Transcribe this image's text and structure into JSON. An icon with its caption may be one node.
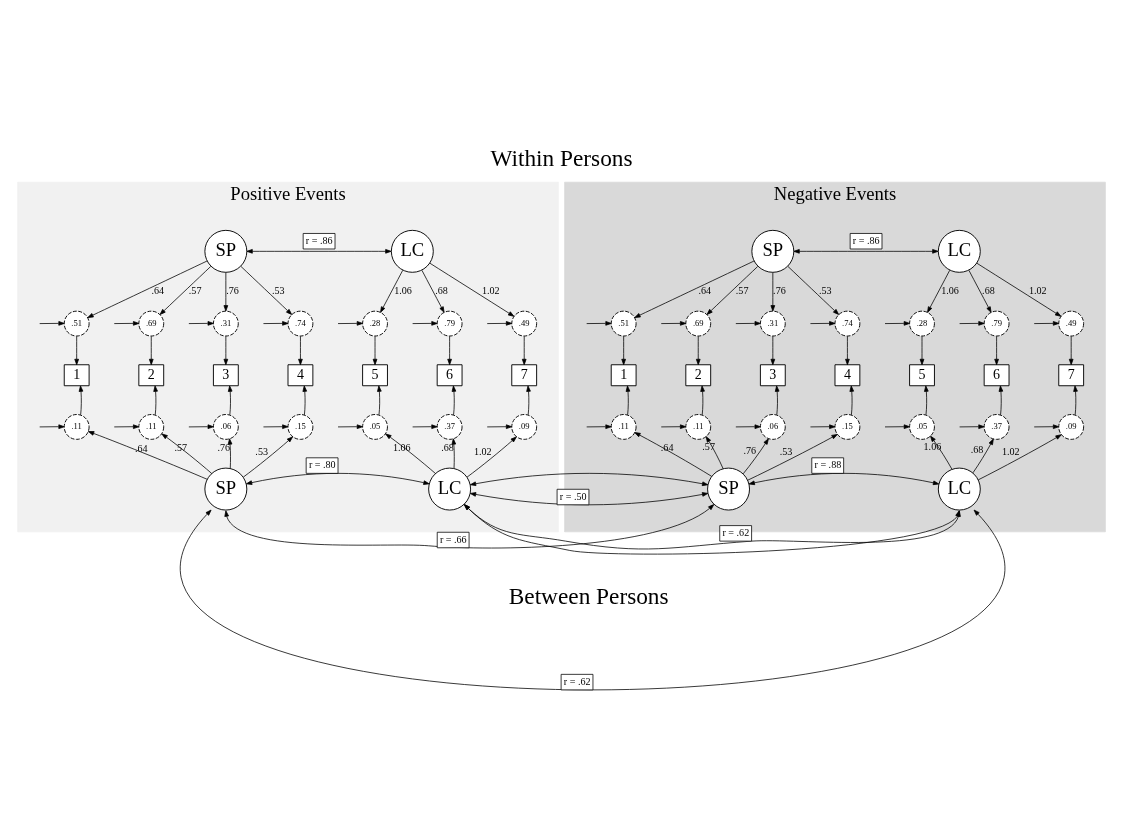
{
  "diagram": {
    "title": "Within Persons",
    "caption": "Between Persons",
    "nodes": [
      {
        "text": [
          "Positive Events"
        ]
      },
      {
        "text": [
          "SP"
        ],
        "in": 0
      },
      {
        "text": [
          "LC"
        ],
        "in": 0
      },
      {
        "text": [
          ".51"
        ],
        "in": 0
      },
      {
        "text": [
          ".69"
        ],
        "in": 0
      },
      {
        "text": [
          ".31"
        ],
        "in": 0
      },
      {
        "text": [
          ".74"
        ],
        "in": 0
      },
      {
        "text": [
          ".28"
        ],
        "in": 0
      },
      {
        "text": [
          ".79"
        ],
        "in": 0
      },
      {
        "text": [
          ".49"
        ],
        "in": 0
      },
      {
        "text": [
          "1"
        ],
        "in": 0
      },
      {
        "text": [
          "2"
        ],
        "in": 0
      },
      {
        "text": [
          "3"
        ],
        "in": 0
      },
      {
        "text": [
          "4"
        ],
        "in": 0
      },
      {
        "text": [
          "5"
        ],
        "in": 0
      },
      {
        "text": [
          "6"
        ],
        "in": 0
      },
      {
        "text": [
          "7"
        ],
        "in": 0
      },
      {
        "text": [
          ".11"
        ],
        "in": 0
      },
      {
        "text": [
          ".11"
        ],
        "in": 0
      },
      {
        "text": [
          ".06"
        ],
        "in": 0
      },
      {
        "text": [
          ".15"
        ],
        "in": 0
      },
      {
        "text": [
          ".05"
        ],
        "in": 0
      },
      {
        "text": [
          ".37"
        ],
        "in": 0
      },
      {
        "text": [
          ".09"
        ],
        "in": 0
      },
      {
        "text": [
          "SP"
        ],
        "in": 0
      },
      {
        "text": [
          "LC"
        ],
        "in": 0
      },
      {
        "text": [
          "Negative Events"
        ]
      },
      {
        "text": [
          "SP"
        ],
        "in": 26
      },
      {
        "text": [
          "LC"
        ],
        "in": 26
      },
      {
        "text": [
          ".51"
        ],
        "in": 26
      },
      {
        "text": [
          ".69"
        ],
        "in": 26
      },
      {
        "text": [
          ".31"
        ],
        "in": 26
      },
      {
        "text": [
          ".74"
        ],
        "in": 26
      },
      {
        "text": [
          ".28"
        ],
        "in": 26
      },
      {
        "text": [
          ".79"
        ],
        "in": 26
      },
      {
        "text": [
          ".49"
        ],
        "in": 26
      },
      {
        "text": [
          "1"
        ],
        "in": 26
      },
      {
        "text": [
          "2"
        ],
        "in": 26
      },
      {
        "text": [
          "3"
        ],
        "in": 26
      },
      {
        "text": [
          "4"
        ],
        "in": 26
      },
      {
        "text": [
          "5"
        ],
        "in": 26
      },
      {
        "text": [
          "6"
        ],
        "in": 26
      },
      {
        "text": [
          "7"
        ],
        "in": 26
      },
      {
        "text": [
          ".11"
        ],
        "in": 26
      },
      {
        "text": [
          ".11"
        ],
        "in": 26
      },
      {
        "text": [
          ".06"
        ],
        "in": 26
      },
      {
        "text": [
          ".15"
        ],
        "in": 26
      },
      {
        "text": [
          ".05"
        ],
        "in": 26
      },
      {
        "text": [
          ".37"
        ],
        "in": 26
      },
      {
        "text": [
          ".09"
        ],
        "in": 26
      },
      {
        "text": [
          "SP"
        ],
        "in": 26
      },
      {
        "text": [
          "LC"
        ],
        "in": 26
      }
    ],
    "edges": [
      {
        "from": 1,
        "to": 2,
        "arrow": "both",
        "label": "r = .86"
      },
      {
        "from": 1,
        "to": 3,
        "arrow": "to",
        "label": ".64"
      },
      {
        "from": 1,
        "to": 4,
        "arrow": "to",
        "label": ".57"
      },
      {
        "from": 1,
        "to": 5,
        "arrow": "to",
        "label": ".76"
      },
      {
        "from": 1,
        "to": 6,
        "arrow": "to",
        "label": ".53"
      },
      {
        "from": 2,
        "to": 7,
        "arrow": "to",
        "label": "1.06"
      },
      {
        "from": 2,
        "to": 8,
        "arrow": "to",
        "label": ".68"
      },
      {
        "from": 2,
        "to": 9,
        "arrow": "to",
        "label": "1.02"
      },
      {
        "from": null,
        "to": 3,
        "arrow": "to"
      },
      {
        "from": null,
        "to": 4,
        "arrow": "to"
      },
      {
        "from": null,
        "to": 5,
        "arrow": "to"
      },
      {
        "from": null,
        "to": 6,
        "arrow": "to"
      },
      {
        "from": null,
        "to": 7,
        "arrow": "to"
      },
      {
        "from": null,
        "to": 8,
        "arrow": "to"
      },
      {
        "from": null,
        "to": 9,
        "arrow": "to"
      },
      {
        "from": 3,
        "to": 10,
        "arrow": "to"
      },
      {
        "from": 4,
        "to": 11,
        "arrow": "to"
      },
      {
        "from": 5,
        "to": 12,
        "arrow": "to"
      },
      {
        "from": 6,
        "to": 13,
        "arrow": "to"
      },
      {
        "from": 7,
        "to": 14,
        "arrow": "to"
      },
      {
        "from": 8,
        "to": 15,
        "arrow": "to"
      },
      {
        "from": 9,
        "to": 16,
        "arrow": "to"
      },
      {
        "from": 17,
        "to": 10,
        "arrow": "to"
      },
      {
        "from": 18,
        "to": 11,
        "arrow": "to"
      },
      {
        "from": 19,
        "to": 12,
        "arrow": "to"
      },
      {
        "from": 20,
        "to": 13,
        "arrow": "to"
      },
      {
        "from": 21,
        "to": 14,
        "arrow": "to"
      },
      {
        "from": 22,
        "to": 15,
        "arrow": "to"
      },
      {
        "from": 23,
        "to": 16,
        "arrow": "to"
      },
      {
        "from": 24,
        "to": 17,
        "arrow": "to",
        "label": ".64"
      },
      {
        "from": 24,
        "to": 18,
        "arrow": "to",
        "label": ".57"
      },
      {
        "from": 24,
        "to": 19,
        "arrow": "to",
        "label": ".76"
      },
      {
        "from": 24,
        "to": 20,
        "arrow": "to",
        "label": ".53"
      },
      {
        "from": 25,
        "to": 21,
        "arrow": "to",
        "label": "1.06"
      },
      {
        "from": 25,
        "to": 22,
        "arrow": "to",
        "label": ".68"
      },
      {
        "from": 25,
        "to": 23,
        "arrow": "to",
        "label": "1.02"
      },
      {
        "from": null,
        "to": 17,
        "arrow": "to"
      },
      {
        "from": null,
        "to": 18,
        "arrow": "to"
      },
      {
        "from": null,
        "to": 19,
        "arrow": "to"
      },
      {
        "from": null,
        "to": 20,
        "arrow": "to"
      },
      {
        "from": null,
        "to": 21,
        "arrow": "to"
      },
      {
        "from": null,
        "to": 22,
        "arrow": "to"
      },
      {
        "from": null,
        "to": 23,
        "arrow": "to"
      },
      {
        "from": 27,
        "to": 28,
        "arrow": "both",
        "label": "r = .86"
      },
      {
        "from": 27,
        "to": 29,
        "arrow": "to",
        "label": ".64"
      },
      {
        "from": 27,
        "to": 30,
        "arrow": "to",
        "label": ".57"
      },
      {
        "from": 27,
        "to": 31,
        "arrow": "to",
        "label": ".76"
      },
      {
        "from": 27,
        "to": 32,
        "arrow": "to",
        "label": ".53"
      },
      {
        "from": 28,
        "to": 33,
        "arrow": "to",
        "label": "1.06"
      },
      {
        "from": 28,
        "to": 34,
        "arrow": "to",
        "label": ".68"
      },
      {
        "from": 28,
        "to": 35,
        "arrow": "to",
        "label": "1.02"
      },
      {
        "from": null,
        "to": 29,
        "arrow": "to"
      },
      {
        "from": null,
        "to": 30,
        "arrow": "to"
      },
      {
        "from": null,
        "to": 31,
        "arrow": "to"
      },
      {
        "from": null,
        "to": 32,
        "arrow": "to"
      },
      {
        "from": null,
        "to": 33,
        "arrow": "to"
      },
      {
        "from": null,
        "to": 34,
        "arrow": "to"
      },
      {
        "from": null,
        "to": 35,
        "arrow": "to"
      },
      {
        "from": 29,
        "to": 36,
        "arrow": "to"
      },
      {
        "from": 30,
        "to": 37,
        "arrow": "to"
      },
      {
        "from": 31,
        "to": 38,
        "arrow": "to"
      },
      {
        "from": 32,
        "to": 39,
        "arrow": "to"
      },
      {
        "from": 33,
        "to": 40,
        "arrow": "to"
      },
      {
        "from": 34,
        "to": 41,
        "arrow": "to"
      },
      {
        "from": 35,
        "to": 42,
        "arrow": "to"
      },
      {
        "from": 43,
        "to": 36,
        "arrow": "to"
      },
      {
        "from": 44,
        "to": 37,
        "arrow": "to"
      },
      {
        "from": 45,
        "to": 38,
        "arrow": "to"
      },
      {
        "from": 46,
        "to": 39,
        "arrow": "to"
      },
      {
        "from": 47,
        "to": 40,
        "arrow": "to"
      },
      {
        "from": 48,
        "to": 41,
        "arrow": "to"
      },
      {
        "from": 49,
        "to": 42,
        "arrow": "to"
      },
      {
        "from": 50,
        "to": 43,
        "arrow": "to",
        "label": ".64"
      },
      {
        "from": 50,
        "to": 44,
        "arrow": "to",
        "label": ".57"
      },
      {
        "from": 50,
        "to": 45,
        "arrow": "to",
        "label": ".76"
      },
      {
        "from": 50,
        "to": 46,
        "arrow": "to",
        "label": ".53"
      },
      {
        "from": 51,
        "to": 47,
        "arrow": "to",
        "label": "1.06"
      },
      {
        "from": 51,
        "to": 48,
        "arrow": "to",
        "label": ".68"
      },
      {
        "from": 51,
        "to": 49,
        "arrow": "to",
        "label": "1.02"
      },
      {
        "from": null,
        "to": 43,
        "arrow": "to"
      },
      {
        "from": null,
        "to": 44,
        "arrow": "to"
      },
      {
        "from": null,
        "to": 45,
        "arrow": "to"
      },
      {
        "from": null,
        "to": 46,
        "arrow": "to"
      },
      {
        "from": null,
        "to": 47,
        "arrow": "to"
      },
      {
        "from": null,
        "to": 48,
        "arrow": "to"
      },
      {
        "from": null,
        "to": 49,
        "arrow": "to"
      },
      {
        "from": 24,
        "to": 25,
        "arrow": "both",
        "label": "r = .80"
      },
      {
        "from": 25,
        "to": 50,
        "arrow": "both",
        "label": "r = .50"
      },
      {
        "from": 50,
        "to": 51,
        "arrow": "both",
        "label": "r = .88"
      },
      {
        "from": 24,
        "to": 50,
        "arrow": "both",
        "label": "r = .66"
      },
      {
        "from": 25,
        "to": 51,
        "arrow": "both",
        "label": "r = .62"
      },
      {
        "from": 24,
        "to": 51,
        "arrow": "both",
        "label": "r = .62"
      }
    ]
  }
}
